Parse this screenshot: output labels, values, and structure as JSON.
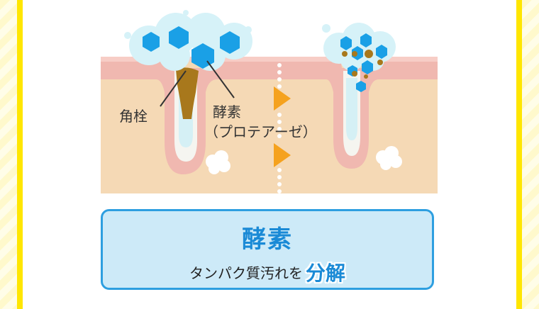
{
  "labels": {
    "pore_plug": "角栓",
    "enzyme": "酵素",
    "protease": "（プロテアーゼ）"
  },
  "caption": {
    "title": "酵素",
    "subtitle_lead": "タンパク質汚れを",
    "subtitle_emphasis": "分解"
  },
  "colors": {
    "accent_blue": "#1a8ad6",
    "hex_blue": "#1aa0e6",
    "skin": "#f5d9b5",
    "pore_pink": "#f0b8b0",
    "plug_brown": "#a8781c",
    "arrow_orange": "#f5a21e",
    "frame_yellow": "#ffe600"
  },
  "icons": [
    "bubble-foam-icon",
    "enzyme-hexagon-icon",
    "arrow-right-icon",
    "sebum-gland-icon"
  ]
}
